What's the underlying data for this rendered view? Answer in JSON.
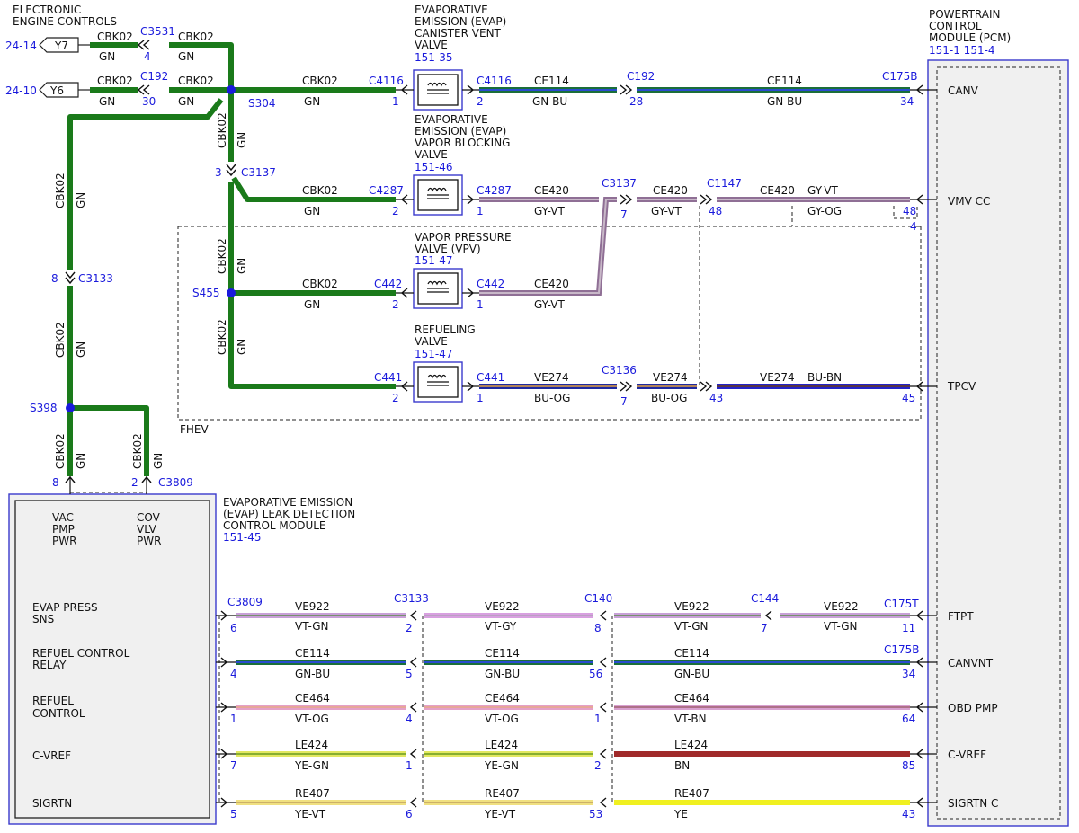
{
  "colors": {
    "GN": "#1a7a1a",
    "GN-BU": [
      "#1a6e3a",
      "#2a4bd0"
    ],
    "GY-VT": [
      "#b7a0b7",
      "#8f6f95"
    ],
    "BU-OG": [
      "#1e2aa0",
      "#e2a040"
    ],
    "BU-BN": [
      "#2323c8",
      "#6a3a1a"
    ],
    "VT-GN": [
      "#c8a0d8",
      "#5c8c4c"
    ],
    "VT-GY": [
      "#d8a0e0",
      "#b0a0b8"
    ],
    "VT-OG": [
      "#e4a0c8",
      "#e8a888"
    ],
    "VT-BN": [
      "#d8a0d0",
      "#a06070"
    ],
    "YE-GN": [
      "#e2e860",
      "#6a9a20"
    ],
    "BN": "#a02a2a",
    "YE-VT": [
      "#f0e080",
      "#c0a060"
    ],
    "YE": "#f0f020",
    "label_blue": "#1a1adc",
    "connector_blue": "#3a3acc"
  },
  "texts": {
    "eec_title1": "ELECTRONIC",
    "eec_title2": "ENGINE CONTROLS",
    "y7": "Y7",
    "y6": "Y6",
    "ref_2414": "24-14",
    "ref_2410": "24-10",
    "cbk02": "CBK02",
    "gn": "GN",
    "c3531": "C3531",
    "pin4": "4",
    "c192": "C192",
    "pin30": "30",
    "s304": "S304",
    "s455": "S455",
    "s398": "S398",
    "c3137": "C3137",
    "pin3": "3",
    "c3133": "C3133",
    "pin8": "8",
    "c3809": "C3809",
    "pin2": "2",
    "canv_title1": "EVAPORATIVE",
    "canv_title2": "EMISSION (EVAP)",
    "canv_title3": "CANISTER VENT",
    "canv_title4": "VALVE",
    "canv_ref": "151-35",
    "vbv_title1": "EVAPORATIVE",
    "vbv_title2": "EMISSION (EVAP)",
    "vbv_title3": "VAPOR BLOCKING",
    "vbv_title4": "VALVE",
    "vbv_ref": "151-46",
    "vpv_title1": "VAPOR PRESSURE",
    "vpv_title2": "VALVE (VPV)",
    "vpv_ref": "151-47",
    "rfv_title1": "REFUELING",
    "rfv_title2": "VALVE",
    "rfv_ref": "151-47",
    "c4116": "C4116",
    "c4287": "C4287",
    "c442": "C442",
    "c441": "C441",
    "pin1": "1",
    "ce114": "CE114",
    "gnbu": "GN-BU",
    "pin28": "28",
    "c175b": "C175B",
    "pin34": "34",
    "ce420": "CE420",
    "gyvt": "GY-VT",
    "pin7": "7",
    "c1147": "C1147",
    "pin48": "48",
    "gyog": "GY-OG",
    "ve274": "VE274",
    "buog": "BU-OG",
    "c3136": "C3136",
    "pin43": "43",
    "bubn": "BU-BN",
    "pin45": "45",
    "fhev": "FHEV",
    "pcm_title1": "POWERTRAIN",
    "pcm_title2": "CONTROL",
    "pcm_title3": "MODULE (PCM)",
    "pcm_ref": "151-1 151-4",
    "canv": "CANV",
    "vmvcc": "VMV CC",
    "tpcv": "TPCV",
    "ftpt": "FTPT",
    "canvnt": "CANVNT",
    "obdpmp": "OBD PMP",
    "cvref": "C-VREF",
    "sigrtnc": "SIGRTN C",
    "ldcm_title1": "EVAPORATIVE EMISSION",
    "ldcm_title2": "(EVAP) LEAK DETECTION",
    "ldcm_title3": "CONTROL MODULE",
    "ldcm_ref": "151-45",
    "vac1": "VAC",
    "vac2": "PMP",
    "vac3": "PWR",
    "cov1": "COV",
    "cov2": "VLV",
    "cov3": "PWR",
    "evappress1": "EVAP PRESS",
    "evappress2": "SNS",
    "refrelay1": "REFUEL CONTROL",
    "refrelay2": "RELAY",
    "refctl1": "REFUEL",
    "refctl2": "CONTROL",
    "cvref_l": "C-VREF",
    "sigrtn_l": "SIGRTN",
    "ve922": "VE922",
    "vtgn": "VT-GN",
    "vtgy": "VT-GY",
    "c3133b": "C3133",
    "c140": "C140",
    "c144": "C144",
    "c175t": "C175T",
    "pin6": "6",
    "pin11": "11",
    "pin5": "5",
    "pin56": "56",
    "ce464": "CE464",
    "vtog": "VT-OG",
    "vtbn": "VT-BN",
    "pin64": "64",
    "le424": "LE424",
    "yegn": "YE-GN",
    "bn": "BN",
    "pin85": "85",
    "re407": "RE407",
    "yevt": "YE-VT",
    "ye": "YE",
    "pin53": "53"
  }
}
